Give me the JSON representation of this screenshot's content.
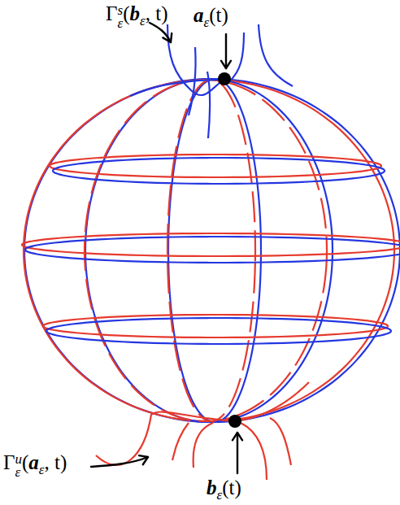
{
  "diagram": {
    "labels": [
      "Γsε(bε, t)",
      "aε(t)",
      "Γuε(aε, t)",
      "bε(t)"
    ]
  }
}
